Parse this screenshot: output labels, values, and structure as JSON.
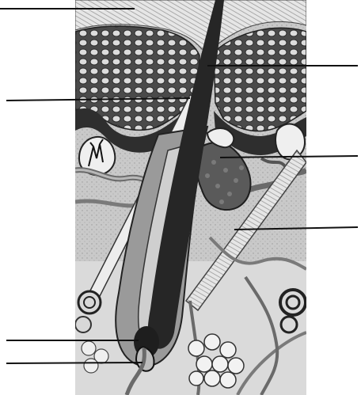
{
  "diagram": {
    "type": "unlabeled-anatomical-diagram",
    "subject_structures": [
      "epidermis",
      "hair-shaft",
      "hair-follicle",
      "sebaceous-gland",
      "arrector-pili-muscle",
      "hair-bulb",
      "papilla",
      "sweat-gland",
      "fat-lobules",
      "nerve-endings",
      "blood-vessels"
    ],
    "label_lines": [
      {
        "side": "left",
        "points_to": "epidermis"
      },
      {
        "side": "left",
        "points_to": "hair-follicle"
      },
      {
        "side": "left",
        "points_to": "hair-bulb"
      },
      {
        "side": "left",
        "points_to": "papilla"
      },
      {
        "side": "right",
        "points_to": "hair-shaft"
      },
      {
        "side": "right",
        "points_to": "sebaceous-gland"
      },
      {
        "side": "right",
        "points_to": "arrector-pili-muscle"
      }
    ],
    "colors": {
      "ink": "#1e1e1e",
      "dark_fill": "#3c3c3c",
      "mid_fill": "#8a8a8a",
      "light_fill": "#d6d6d6",
      "paper": "#ffffff"
    }
  }
}
